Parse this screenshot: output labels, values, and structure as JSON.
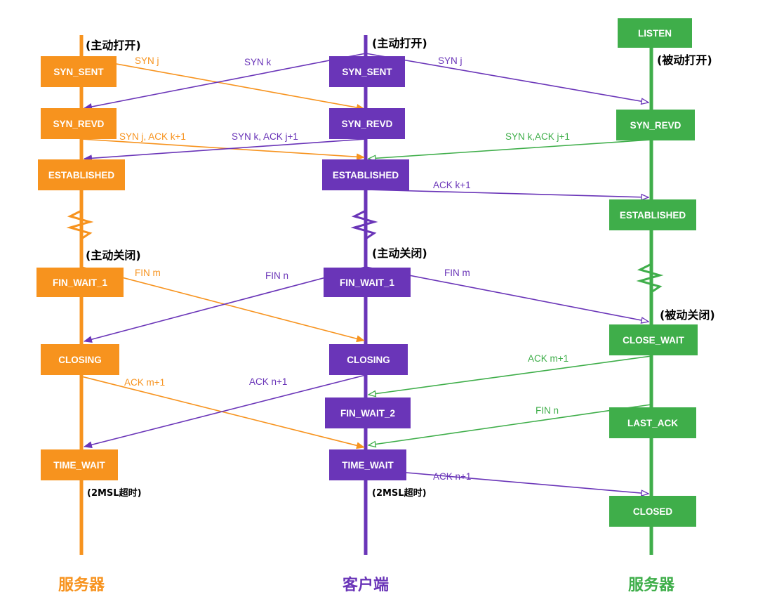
{
  "colors": {
    "orange": "#F7931E",
    "purple": "#6A35B8",
    "green": "#3FAE4A",
    "box_text": "#ffffff",
    "note_text": "#000000"
  },
  "columns": [
    {
      "id": "server_left",
      "label": "服务器",
      "color": "orange"
    },
    {
      "id": "client",
      "label": "客户端",
      "color": "purple"
    },
    {
      "id": "server_right",
      "label": "服务器",
      "color": "green"
    }
  ],
  "states": {
    "server_left": [
      "SYN_SENT",
      "SYN_REVD",
      "ESTABLISHED",
      "FIN_WAIT_1",
      "CLOSING",
      "TIME_WAIT"
    ],
    "client": [
      "SYN_SENT",
      "SYN_REVD",
      "ESTABLISHED",
      "FIN_WAIT_1",
      "CLOSING",
      "FIN_WAIT_2",
      "TIME_WAIT"
    ],
    "server_right": [
      "LISTEN",
      "SYN_REVD",
      "ESTABLISHED",
      "CLOSE_WAIT",
      "LAST_ACK",
      "CLOSED"
    ]
  },
  "annotations": {
    "active_open": "(主动打开)",
    "passive_open": "(被动打开)",
    "active_close": "(主动关闭)",
    "passive_close": "(被动关闭)",
    "msl_timeout": "(2MSL超时)"
  },
  "messages": [
    {
      "label": "SYN  j",
      "color": "orange"
    },
    {
      "label": "SYN  k",
      "color": "purple"
    },
    {
      "label": "SYN  j",
      "color": "purple"
    },
    {
      "label": "SYN  j, ACK  k+1",
      "color": "orange"
    },
    {
      "label": "SYN  k, ACK  j+1",
      "color": "purple"
    },
    {
      "label": "SYN   k,ACK  j+1",
      "color": "green"
    },
    {
      "label": "ACK   k+1",
      "color": "purple"
    },
    {
      "label": "FIN   m",
      "color": "orange"
    },
    {
      "label": "FIN   n",
      "color": "purple"
    },
    {
      "label": "FIN   m",
      "color": "purple"
    },
    {
      "label": "ACK  m+1",
      "color": "orange"
    },
    {
      "label": "ACK  n+1",
      "color": "purple"
    },
    {
      "label": "ACK  m+1",
      "color": "green"
    },
    {
      "label": "FIN   n",
      "color": "green"
    },
    {
      "label": "ACK   n+1",
      "color": "purple"
    }
  ]
}
